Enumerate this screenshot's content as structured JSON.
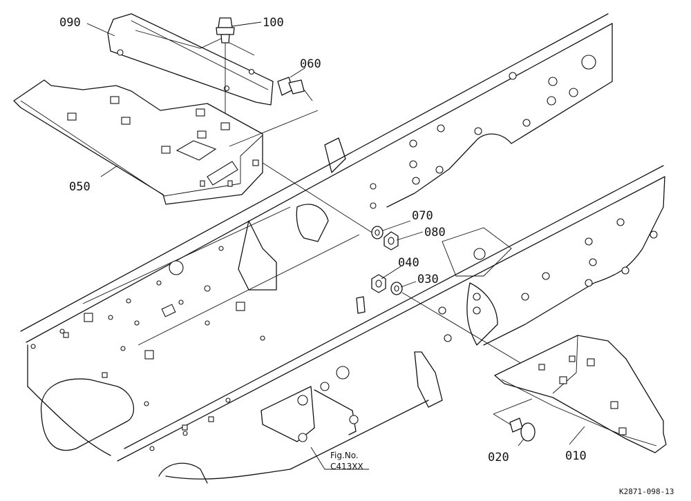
{
  "callouts": {
    "c010": "010",
    "c020": "020",
    "c030": "030",
    "c040": "040",
    "c050": "050",
    "c060": "060",
    "c070": "070",
    "c080": "080",
    "c090": "090",
    "c100": "100"
  },
  "figure_ref": {
    "line1": "Fig.No.",
    "line2": "C413XX"
  },
  "drawing_code": "K2871-098-13"
}
